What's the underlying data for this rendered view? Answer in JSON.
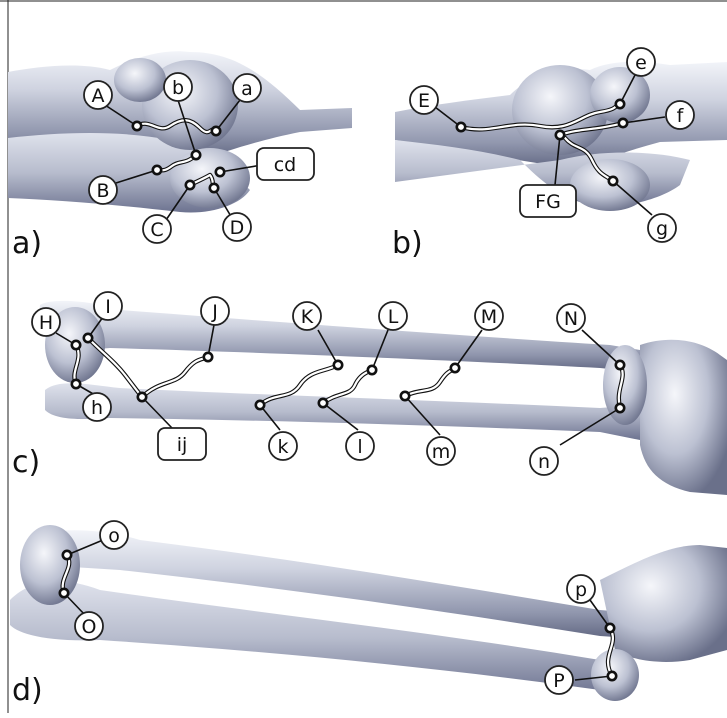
{
  "panels": {
    "a": "a)",
    "b": "b)",
    "c": "c)",
    "d": "d)"
  },
  "labels": {
    "A": "A",
    "a": "a",
    "b": "b",
    "B": "B",
    "C": "C",
    "D": "D",
    "cd": "cd",
    "E": "E",
    "e": "e",
    "f": "f",
    "FG": "FG",
    "g": "g",
    "H": "H",
    "h": "h",
    "I": "I",
    "ij": "ij",
    "J": "J",
    "K": "K",
    "k": "k",
    "L": "L",
    "l": "l",
    "M": "M",
    "m": "m",
    "N": "N",
    "n": "n",
    "o": "o",
    "O": "O",
    "p": "p",
    "P": "P"
  },
  "colors": {
    "bone_light": "#e4e7f0",
    "bone_mid": "#aab0c4",
    "bone_dark": "#6b7188",
    "outline": "#111111",
    "label_fill": "#ffffff"
  }
}
